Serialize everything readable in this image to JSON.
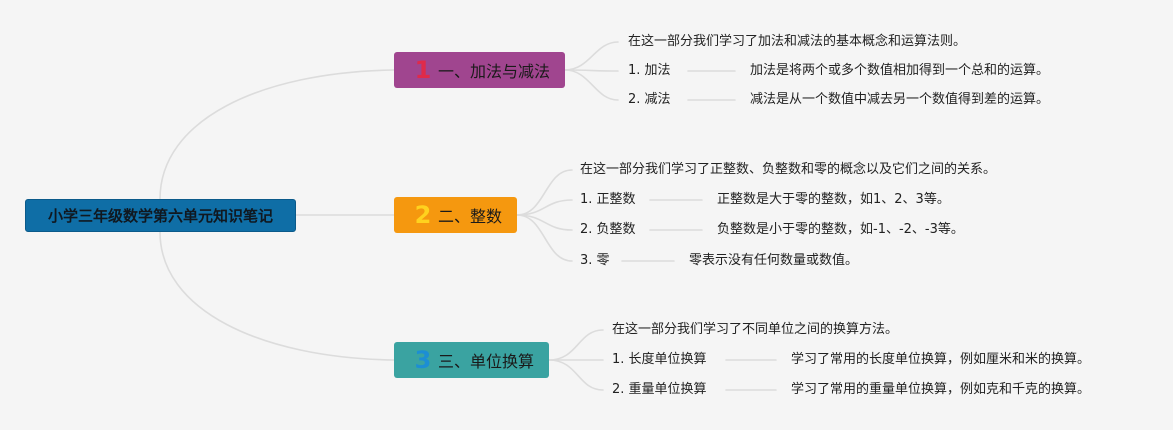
{
  "root": {
    "label": "小学三年级数学第六单元知识笔记"
  },
  "branches": [
    {
      "num": "1",
      "label": "一、加法与减法",
      "intro": "在这一部分我们学习了加法和减法的基本概念和运算法则。",
      "items": [
        {
          "title": "1. 加法",
          "desc": "加法是将两个或多个数值相加得到一个总和的运算。"
        },
        {
          "title": "2. 减法",
          "desc": "减法是从一个数值中减去另一个数值得到差的运算。"
        }
      ]
    },
    {
      "num": "2",
      "label": "二、整数",
      "intro": "在这一部分我们学习了正整数、负整数和零的概念以及它们之间的关系。",
      "items": [
        {
          "title": "1. 正整数",
          "desc": "正整数是大于零的整数，如1、2、3等。"
        },
        {
          "title": "2. 负整数",
          "desc": "负整数是小于零的整数，如-1、-2、-3等。"
        },
        {
          "title": "3. 零",
          "desc": "零表示没有任何数量或数值。"
        }
      ]
    },
    {
      "num": "3",
      "label": "三、单位换算",
      "intro": "在这一部分我们学习了不同单位之间的换算方法。",
      "items": [
        {
          "title": "1. 长度单位换算",
          "desc": "学习了常用的长度单位换算，例如厘米和米的换算。"
        },
        {
          "title": "2. 重量单位换算",
          "desc": "学习了常用的重量单位换算，例如克和千克的换算。"
        }
      ]
    }
  ],
  "colors": {
    "root": "#0f6ea6",
    "branch1": "#a0458f",
    "branch2": "#f5980f",
    "branch3": "#3aa3a1",
    "connector": "#dddddd"
  }
}
